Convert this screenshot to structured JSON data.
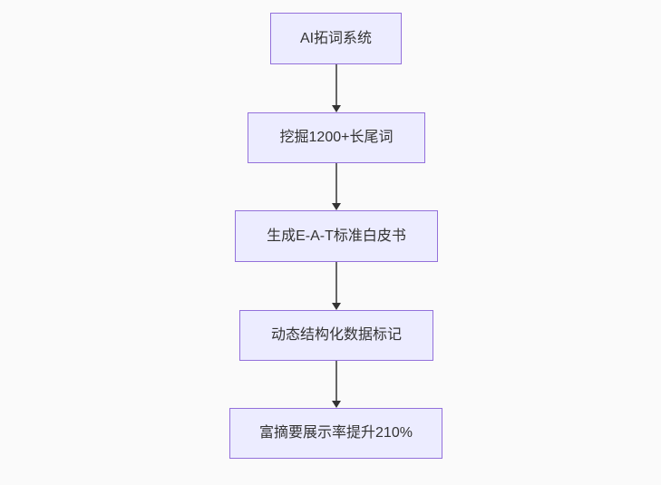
{
  "theme": {
    "page_bg": "#fafafa",
    "node_fill": "#ececff",
    "node_border": "#9370db",
    "edge_line": "#666666",
    "arrow_head": "#333333",
    "node_text": "#333333"
  },
  "flowchart": {
    "type": "flowchart",
    "direction": "top-down",
    "nodes": [
      {
        "label": "AI拓词系统"
      },
      {
        "label": "挖掘1200+长尾词"
      },
      {
        "label": "生成E-A-T标准白皮书"
      },
      {
        "label": "动态结构化数据标记"
      },
      {
        "label": "富摘要展示率提升210%"
      }
    ],
    "edges": [
      {
        "from": 0,
        "to": 1
      },
      {
        "from": 1,
        "to": 2
      },
      {
        "from": 2,
        "to": 3
      },
      {
        "from": 3,
        "to": 4
      }
    ]
  }
}
